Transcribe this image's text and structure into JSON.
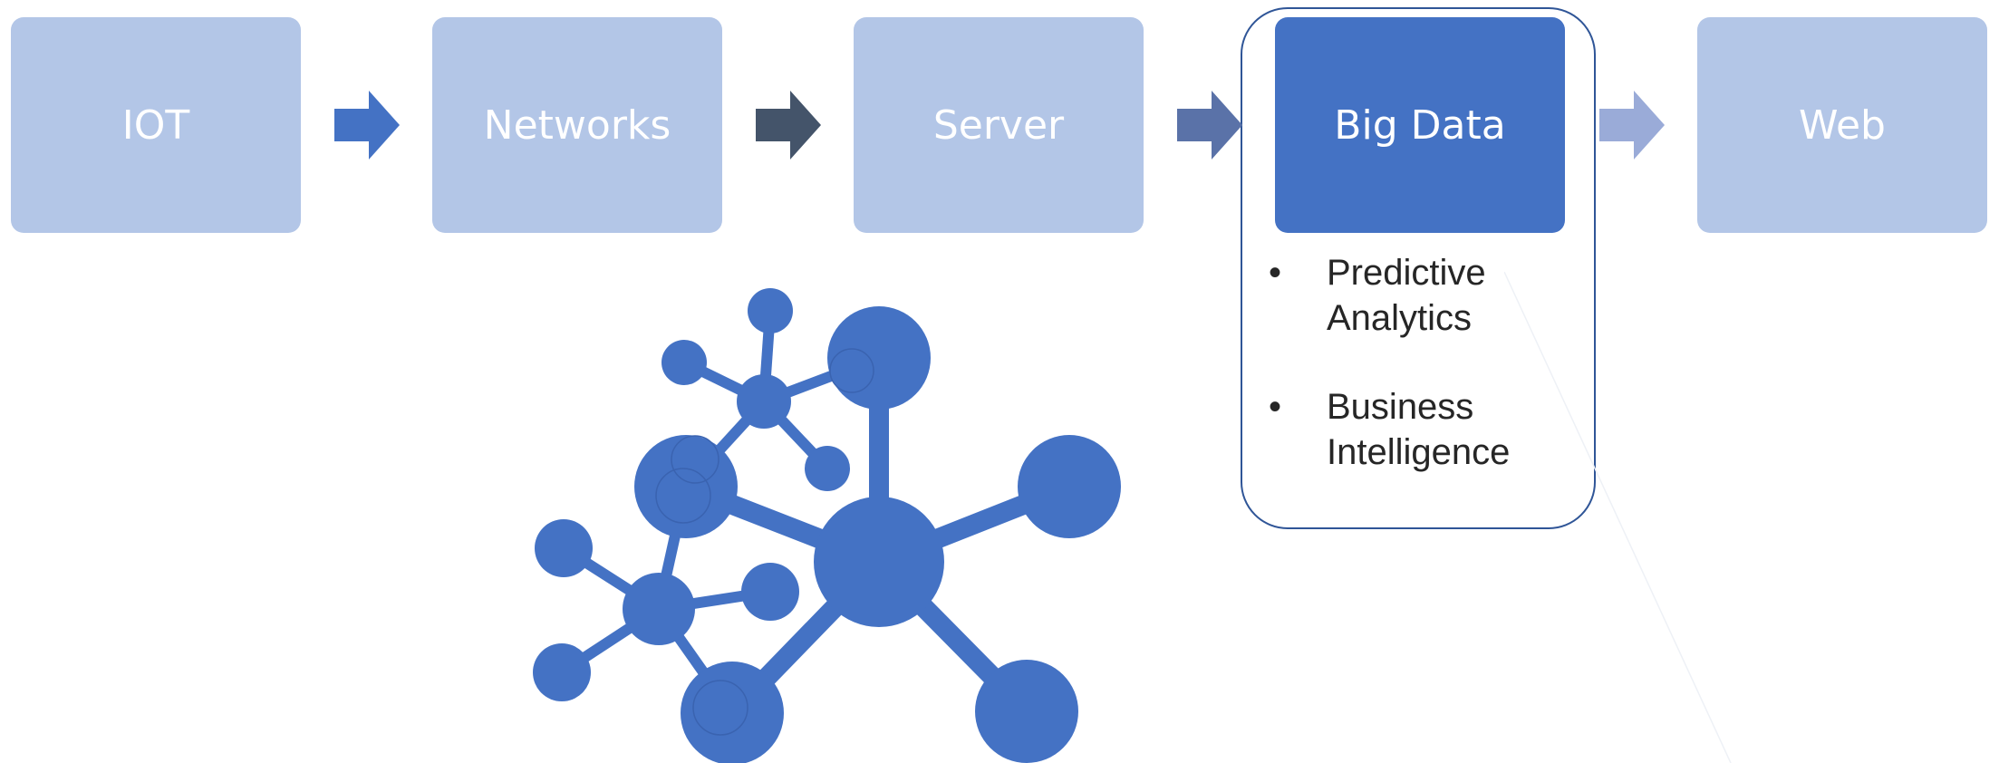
{
  "flow": {
    "stages": [
      "IOT",
      "Networks",
      "Server",
      "Big Data",
      "Web"
    ],
    "active_stage": "Big Data",
    "arrow_colors": [
      "#4472c4",
      "#44546a",
      "#5a72a8",
      "#9aabd8"
    ]
  },
  "details": {
    "items": [
      "Predictive Analytics",
      "Business Intelligence"
    ]
  },
  "colors": {
    "box": "#b3c6e7",
    "box_active": "#4472c4",
    "frame": "#2f5597",
    "network_graphic": "#4472c4"
  },
  "icons": {
    "network": "network-molecule-icon",
    "arrow": "right-arrow-icon",
    "bullet": "bullet-icon"
  }
}
